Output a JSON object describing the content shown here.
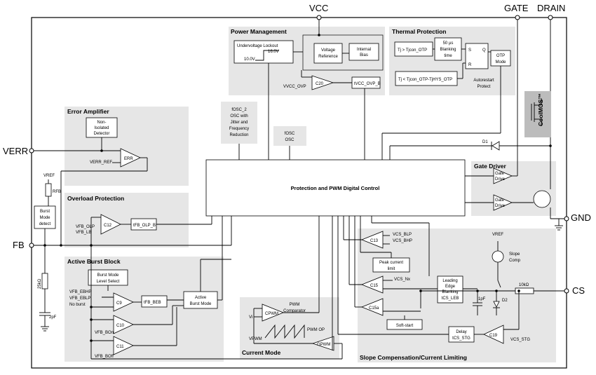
{
  "pins": {
    "vcc": "VCC",
    "gate": "GATE",
    "drain": "DRAIN",
    "verr": "VERR",
    "fb": "FB",
    "gnd": "GND",
    "cs": "CS"
  },
  "groups": {
    "power_management": "Power Management",
    "thermal_protection": "Thermal Protection",
    "error_amplifier": "Error Amplifier",
    "overload_protection": "Overload Protection",
    "active_burst_block": "Active Burst Block",
    "gate_driver": "Gate Driver",
    "current_mode": "Current Mode",
    "slope_compensation": "Slope Compensation/Current Limiting"
  },
  "blocks": {
    "uvlo": "Undervoltage Lockout",
    "uvlo_high": "16.0V",
    "uvlo_low": "10.0V",
    "vref_1": "Voltage",
    "vref_2": "Reference",
    "bias_1": "Internal",
    "bias_2": "Bias",
    "c20": "C20",
    "vvcc_ovp": "VVCC_OVP",
    "tvcc_ovp": "tVCC_OVP_B",
    "tj_high": "Tj > Tjcon_OTP",
    "tj_low": "Tj < Tjcon_OTP-TjHYS_OTP",
    "blank_1": "50 µs",
    "blank_2": "Blanking",
    "blank_3": "time",
    "s": "S",
    "q": "Q",
    "r": "R",
    "otp_1": "OTP",
    "otp_2": "Mode",
    "autorestart_1": "Autorestart",
    "autorestart_2": "Protect",
    "coolmos": "CoolMOS™",
    "osc2_1": "fOSC_2",
    "osc2_2": "OSC with",
    "osc2_3": "Jitter and",
    "osc2_4": "Frequency",
    "osc2_5": "Reduction",
    "osc_1": "fOSC",
    "osc_2": "OSC",
    "core": "Protection and PWM Digital Control",
    "d1": "D1",
    "gd1_1": "Gate",
    "gd1_2": "Drive",
    "gd2_1": "Gate",
    "gd2_2": "Drive",
    "detector_1": "Non-",
    "detector_2": "Isolated",
    "detector_3": "Detector",
    "err": "ERR",
    "verr_ref": "VERR_REF",
    "vref_left": "VREF",
    "rfb": "RFB",
    "burst_1": "Burst",
    "burst_2": "Mode",
    "burst_3": "detect",
    "r25k": "25kΩ",
    "c2p": "2pF",
    "c12": "C12",
    "vfb_olp": "VFB_OLP",
    "vfb_lb": "VFB_LB",
    "tfb_olp": "tFB_OLP_B",
    "blsel_1": "Burst Mode",
    "blsel_2": "Level Select",
    "vfb_ebhp": "VFB_EBHP",
    "vfb_eblp": "VFB_EBLP",
    "no_burst": "No burst",
    "c9": "C9",
    "c10": "C10",
    "c11": "C11",
    "tfb_beb": "tFB_BEB",
    "vfb_bon": "VFB_BOn",
    "vfb_boff": "VFB_BOff",
    "abm_1": "Active",
    "abm_2": "Burst Mode",
    "pwm_comp_1": "PWM",
    "pwm_comp_2": "Comparator",
    "vi": "Vi",
    "cpwm": "CPWM",
    "vpwm": "VPWM",
    "pwm_op": "PWM OP",
    "gpwm": "GPWM",
    "c13": "C13",
    "vcs_blp": "VCS_BLP",
    "vcs_bhp": "VCS_BHP",
    "peak_1": "Peak current",
    "peak_2": "limit",
    "c15": "C15",
    "vcs_nx": "VCS_Nx",
    "c15a": "C15a",
    "leb_1": "Leading",
    "leb_2": "Edge",
    "leb_3": "Blanking",
    "leb_4": "tCS_LEB",
    "softstart": "Soft-start",
    "delay_1": "Delay",
    "delay_2": "tCS_STG",
    "c19": "C19",
    "vcs_stg": "VCS_STG",
    "vref_slope": "VREF",
    "slope_1": "Slope",
    "slope_2": "Comp",
    "c1p": "1pF",
    "d2": "D2",
    "r10k": "10kΩ"
  }
}
